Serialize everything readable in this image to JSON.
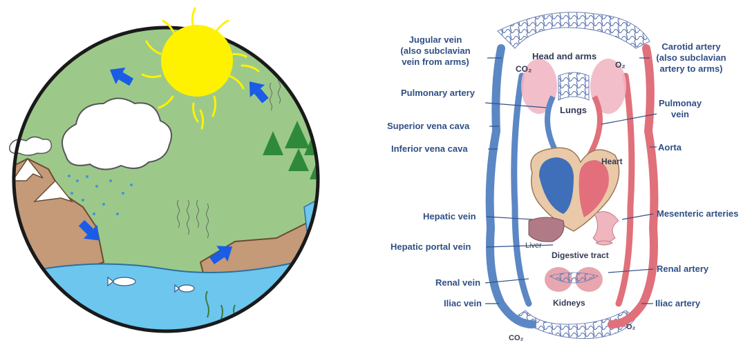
{
  "circulation": {
    "labels": {
      "jugular_vein": [
        "Jugular vein",
        "(also subclavian",
        "vein from arms)"
      ],
      "carotid_artery": [
        "Carotid artery",
        "(also subclavian",
        "artery to arms)"
      ],
      "head_and_arms": "Head and arms",
      "co2_top": "CO₂",
      "o2_top": "O₂",
      "pulmonary_artery": "Pulmonary artery",
      "lungs": "Lungs",
      "pulmonary_vein": [
        "Pulmonay",
        "vein"
      ],
      "superior_vena_cava": "Superior vena cava",
      "inferior_vena_cava": "Inferior vena cava",
      "aorta": "Aorta",
      "heart": "Heart",
      "hepatic_vein": "Hepatic vein",
      "mesenteric_arteries": "Mesenteric arteries",
      "hepatic_portal_vein": "Hepatic portal vein",
      "liver": "Liver",
      "digestive_tract": "Digestive tract",
      "renal_artery": "Renal artery",
      "renal_vein": "Renal vein",
      "kidneys": "Kidneys",
      "iliac_vein": "Iliac vein",
      "iliac_artery": "Iliac artery",
      "co2_bottom": "CO₂",
      "o2_bottom": "O₂"
    }
  },
  "colors": {
    "sky": "#9cc98a",
    "water": "#6cc6ee",
    "sun": "#fff200",
    "arrow": "#1a5ce6",
    "vein": "#5b87c4",
    "artery": "#e0707a",
    "label": "#2f4f86"
  }
}
